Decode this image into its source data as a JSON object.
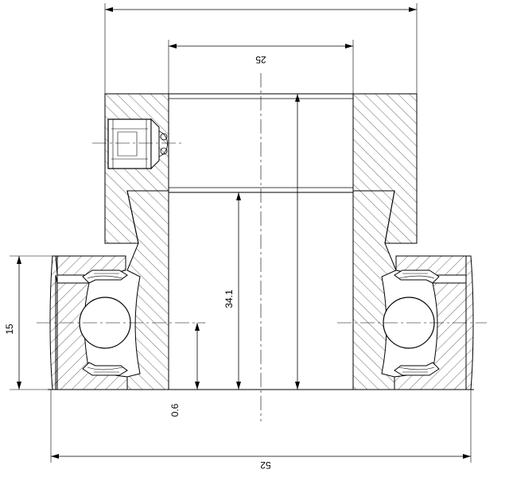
{
  "drawing": {
    "dimensions": {
      "outer_diameter": "52",
      "bore": "25",
      "height": "34.1",
      "bearing_width": "15",
      "offset": "0.6"
    },
    "colors": {
      "line": "#000000",
      "hatch": "#000000",
      "centerline": "#000000",
      "background": "#ffffff"
    }
  }
}
